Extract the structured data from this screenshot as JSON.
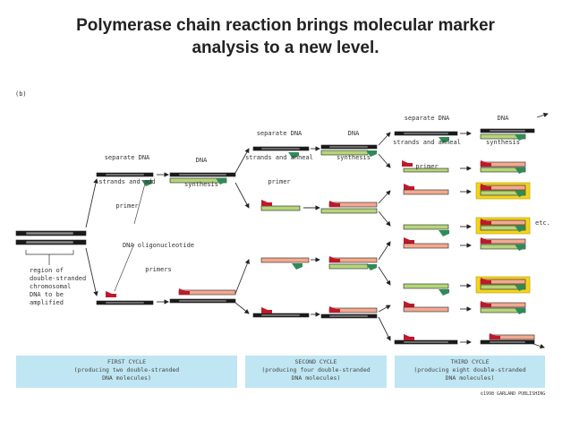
{
  "title": {
    "line1": "Polymerase chain reaction brings molecular marker",
    "line2": "analysis to a new level."
  },
  "panel_label": "(b)",
  "labels": {
    "region": [
      "region of",
      "double-stranded",
      "chromosomal",
      "DNA to be",
      "amplified"
    ],
    "separate_add": [
      "separate DNA",
      "strands and add",
      "primer"
    ],
    "dna_synthesis_1": [
      "DNA",
      "synthesis"
    ],
    "oligonucleotide": [
      "DNA oligonucleotide",
      "primers"
    ],
    "separate_anneal_2": [
      "separate DNA",
      "strands and anneal",
      "primer"
    ],
    "dna_synthesis_2": [
      "DNA",
      "synthesis"
    ],
    "separate_anneal_3": [
      "separate DNA",
      "strands and anneal",
      "primer"
    ],
    "dna_synthesis_3": [
      "DNA",
      "synthesis"
    ],
    "etc": "etc."
  },
  "cycles": [
    {
      "name": "FIRST CYCLE",
      "desc1": "(producing two double-stranded",
      "desc2": "DNA molecules)"
    },
    {
      "name": "SECOND CYCLE",
      "desc1": "(producing four double-stranded",
      "desc2": "DNA molecules)"
    },
    {
      "name": "THIRD CYCLE",
      "desc1": "(producing eight double-stranded",
      "desc2": "DNA molecules)"
    }
  ],
  "copyright": "©1998 GARLAND PUBLISHING",
  "colors": {
    "template_strand": "#1a1a1a",
    "gray_strand": "#8c8c8c",
    "green_strand": "#b5d57a",
    "green_primer": "#2e8b57",
    "salmon_strand": "#f2a98f",
    "red_primer": "#c0182a",
    "highlight": "#f5d31a",
    "cycle_box": "#bfe6f2"
  }
}
